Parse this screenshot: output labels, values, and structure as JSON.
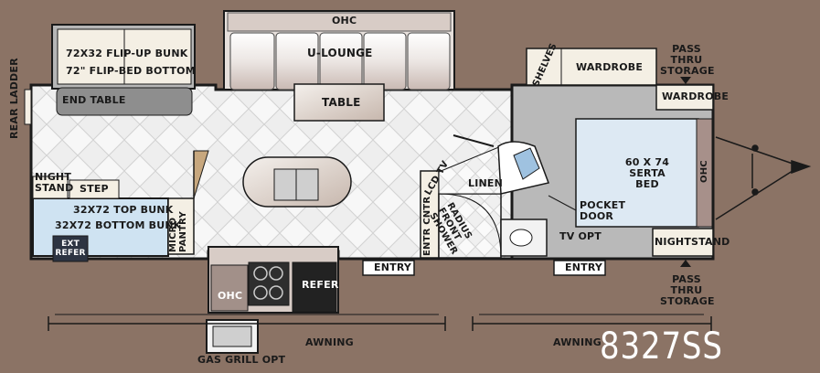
{
  "model": "8327SS",
  "labels": {
    "ohc_top": "OHC",
    "u_lounge": "U-LOUNGE",
    "table": "TABLE",
    "flip_up_bunk": "72X32 FLIP-UP BUNK",
    "flip_bed_bottom": "72\" FLIP-BED BOTTOM",
    "end_table": "END TABLE",
    "rear_ladder": "REAR LADDER",
    "night_stand_rear": "NIGHT STAND",
    "step": "STEP",
    "top_bunk": "32X72 TOP BUNK",
    "bottom_bunk": "32X72 BOTTOM BUNK",
    "ext_refer": "EXT REFER",
    "micro_pantry": "MICRO PANTRY",
    "ohc_kitchen": "OHC",
    "refer": "REFER",
    "entry_rear": "ENTRY",
    "entry_front": "ENTRY",
    "gas_grill_opt": "GAS GRILL OPT",
    "awning_rear": "AWNING",
    "awning_front": "AWNING",
    "lcd_tv": "LCD TV",
    "entr_cntr": "ENTR CNTR",
    "linen": "LINEN",
    "radius_front_shower": "RADIUS FRONT SHOWER",
    "tv_opt": "TV OPT",
    "shelves": "SHELVES",
    "wardrobe_main": "WARDROBE",
    "pass_thru_storage_top": "PASS THRU STORAGE",
    "wardrobe_side": "WARDROBE",
    "bed": "60 X 74 SERTA BED",
    "ohc_bed": "OHC",
    "pocket_door": "POCKET DOOR",
    "nightstand_front": "NIGHTSTAND",
    "pass_thru_storage_bottom": "PASS THRU STORAGE"
  }
}
